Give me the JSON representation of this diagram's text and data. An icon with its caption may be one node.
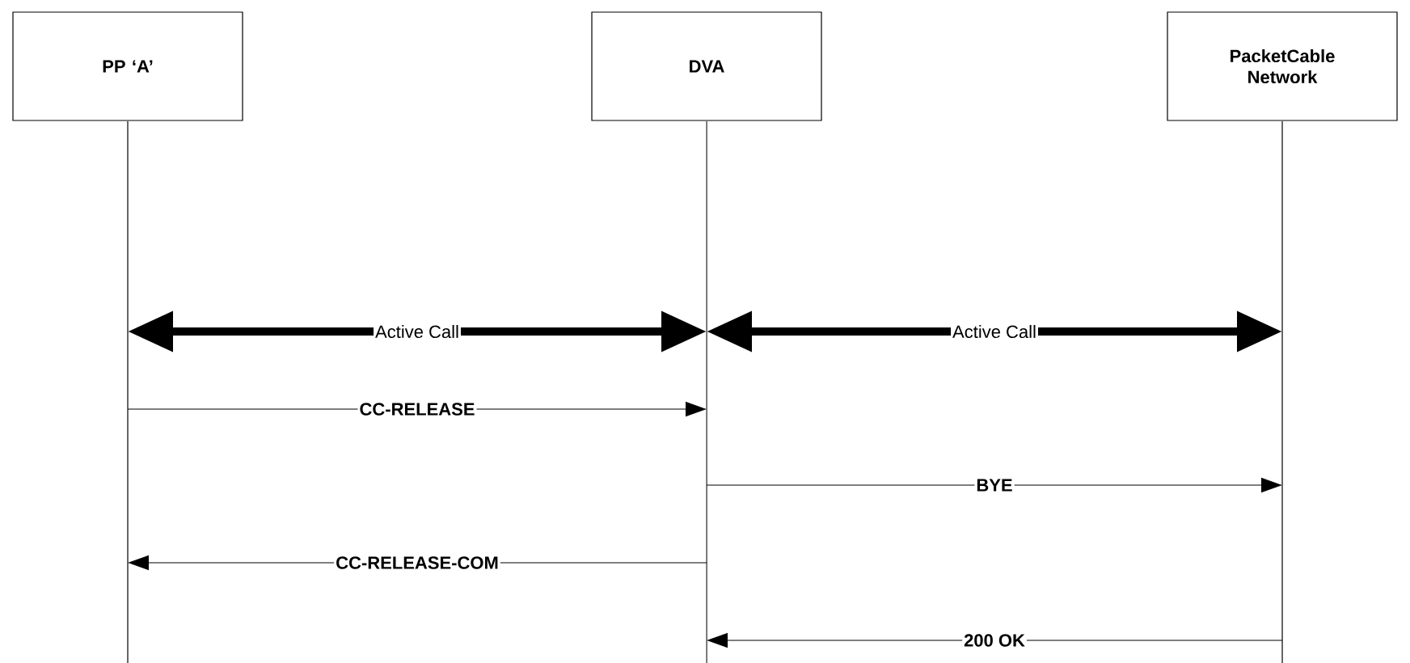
{
  "diagram": {
    "nodes": [
      {
        "text": [
          "PP ‘A’"
        ]
      },
      {
        "text": [
          "DVA"
        ]
      },
      {
        "text": [
          "PacketCable Network"
        ]
      }
    ],
    "edges": [
      {
        "from": 0,
        "to": 1,
        "arrow": "both",
        "label": "Active Call",
        "style": "thick"
      },
      {
        "from": 1,
        "to": 2,
        "arrow": "both",
        "label": "Active Call",
        "style": "thick"
      },
      {
        "from": 0,
        "to": 1,
        "arrow": "to",
        "label": "CC-RELEASE"
      },
      {
        "from": 1,
        "to": 2,
        "arrow": "to",
        "label": "BYE"
      },
      {
        "from": 1,
        "to": 0,
        "arrow": "to",
        "label": "CC-RELEASE-COM"
      },
      {
        "from": 2,
        "to": 1,
        "arrow": "to",
        "label": "200 OK"
      }
    ]
  }
}
